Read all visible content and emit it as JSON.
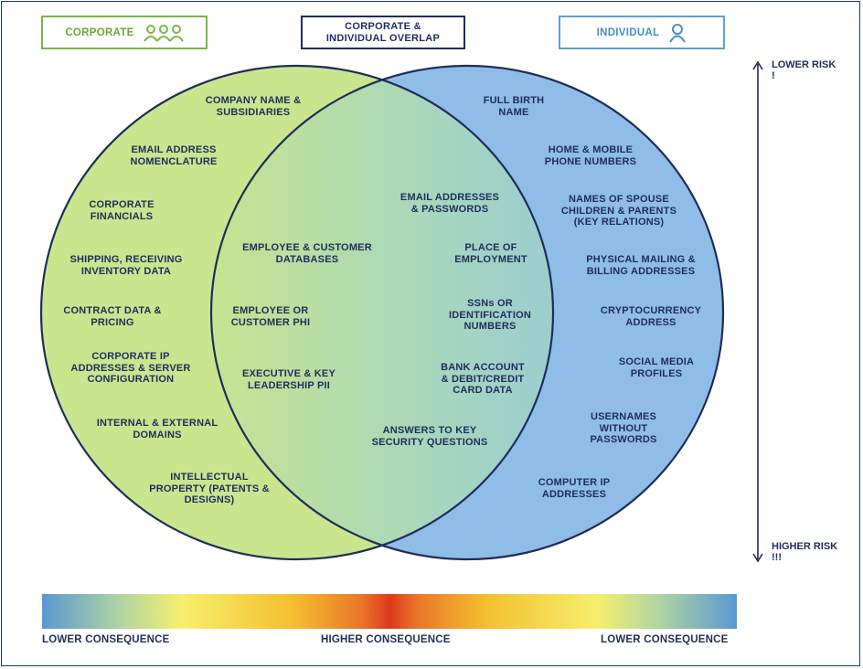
{
  "header": {
    "corporate_label": "CORPORATE",
    "overlap_line1": "CORPORATE &",
    "overlap_line2": "INDIVIDUAL OVERLAP",
    "individual_label": "INDIVIDUAL"
  },
  "corporate_items": [
    [
      "COMPANY NAME &",
      "SUBSIDIARIES"
    ],
    [
      "EMAIL ADDRESS",
      "NOMENCLATURE"
    ],
    [
      "CORPORATE",
      "FINANCIALS"
    ],
    [
      "SHIPPING, RECEIVING",
      "INVENTORY DATA"
    ],
    [
      "CONTRACT DATA &",
      "PRICING"
    ],
    [
      "CORPORATE IP",
      "ADDRESSES & SERVER",
      "CONFIGURATION"
    ],
    [
      "INTERNAL & EXTERNAL",
      "DOMAINS"
    ],
    [
      "INTELLECTUAL",
      "PROPERTY (PATENTS &",
      "DESIGNS)"
    ]
  ],
  "overlap_items": [
    [
      "EMPLOYEE & CUSTOMER",
      "DATABASES"
    ],
    [
      "EMPLOYEE OR",
      "CUSTOMER PHI"
    ],
    [
      "EXECUTIVE & KEY",
      "LEADERSHIP PII"
    ],
    [
      "EMAIL ADDRESSES",
      "& PASSWORDS"
    ],
    [
      "PLACE OF",
      "EMPLOYMENT"
    ],
    [
      "SSNs OR",
      "IDENTIFICATION",
      "NUMBERS"
    ],
    [
      "BANK ACCOUNT",
      "& DEBIT/CREDIT",
      "CARD DATA"
    ],
    [
      "ANSWERS TO KEY",
      "SECURITY QUESTIONS"
    ]
  ],
  "individual_items": [
    [
      "FULL BIRTH",
      "NAME"
    ],
    [
      "HOME & MOBILE",
      "PHONE NUMBERS"
    ],
    [
      "NAMES OF SPOUSE",
      "CHILDREN & PARENTS",
      "(KEY RELATIONS)"
    ],
    [
      "PHYSICAL MAILING &",
      "BILLING ADDRESSES"
    ],
    [
      "CRYPTOCURRENCY",
      "ADDRESS"
    ],
    [
      "SOCIAL MEDIA",
      "PROFILES"
    ],
    [
      "USERNAMES",
      "WITHOUT",
      "PASSWORDS"
    ],
    [
      "COMPUTER IP",
      "ADDRESSES"
    ]
  ],
  "risk": {
    "lower_line1": "LOWER RISK",
    "lower_line2": "!",
    "higher_line1": "HIGHER RISK",
    "higher_line2": "!!!"
  },
  "consequence": {
    "left": "LOWER CONSEQUENCE",
    "center": "HIGHER CONSEQUENCE",
    "right": "LOWER CONSEQUENCE"
  },
  "colors": {
    "corporate_fill": "#c9e68f",
    "individual_fill": "#8fbde8",
    "outline": "#1f2d5a"
  }
}
